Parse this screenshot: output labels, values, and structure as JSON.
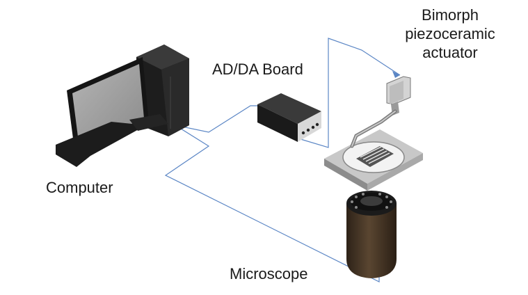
{
  "labels": {
    "bimorph_line1": "Bimorph",
    "bimorph_line2": "piezoceramic",
    "bimorph_line3": "actuator",
    "board": "AD/DA Board",
    "computer": "Computer",
    "microscope": "Microscope"
  },
  "colors": {
    "wire": "#5b86c5",
    "device_dark": "#222222",
    "screen": "#9a9a9a",
    "stage": "#bdbdbd",
    "objective_body": "#4a3a28"
  }
}
